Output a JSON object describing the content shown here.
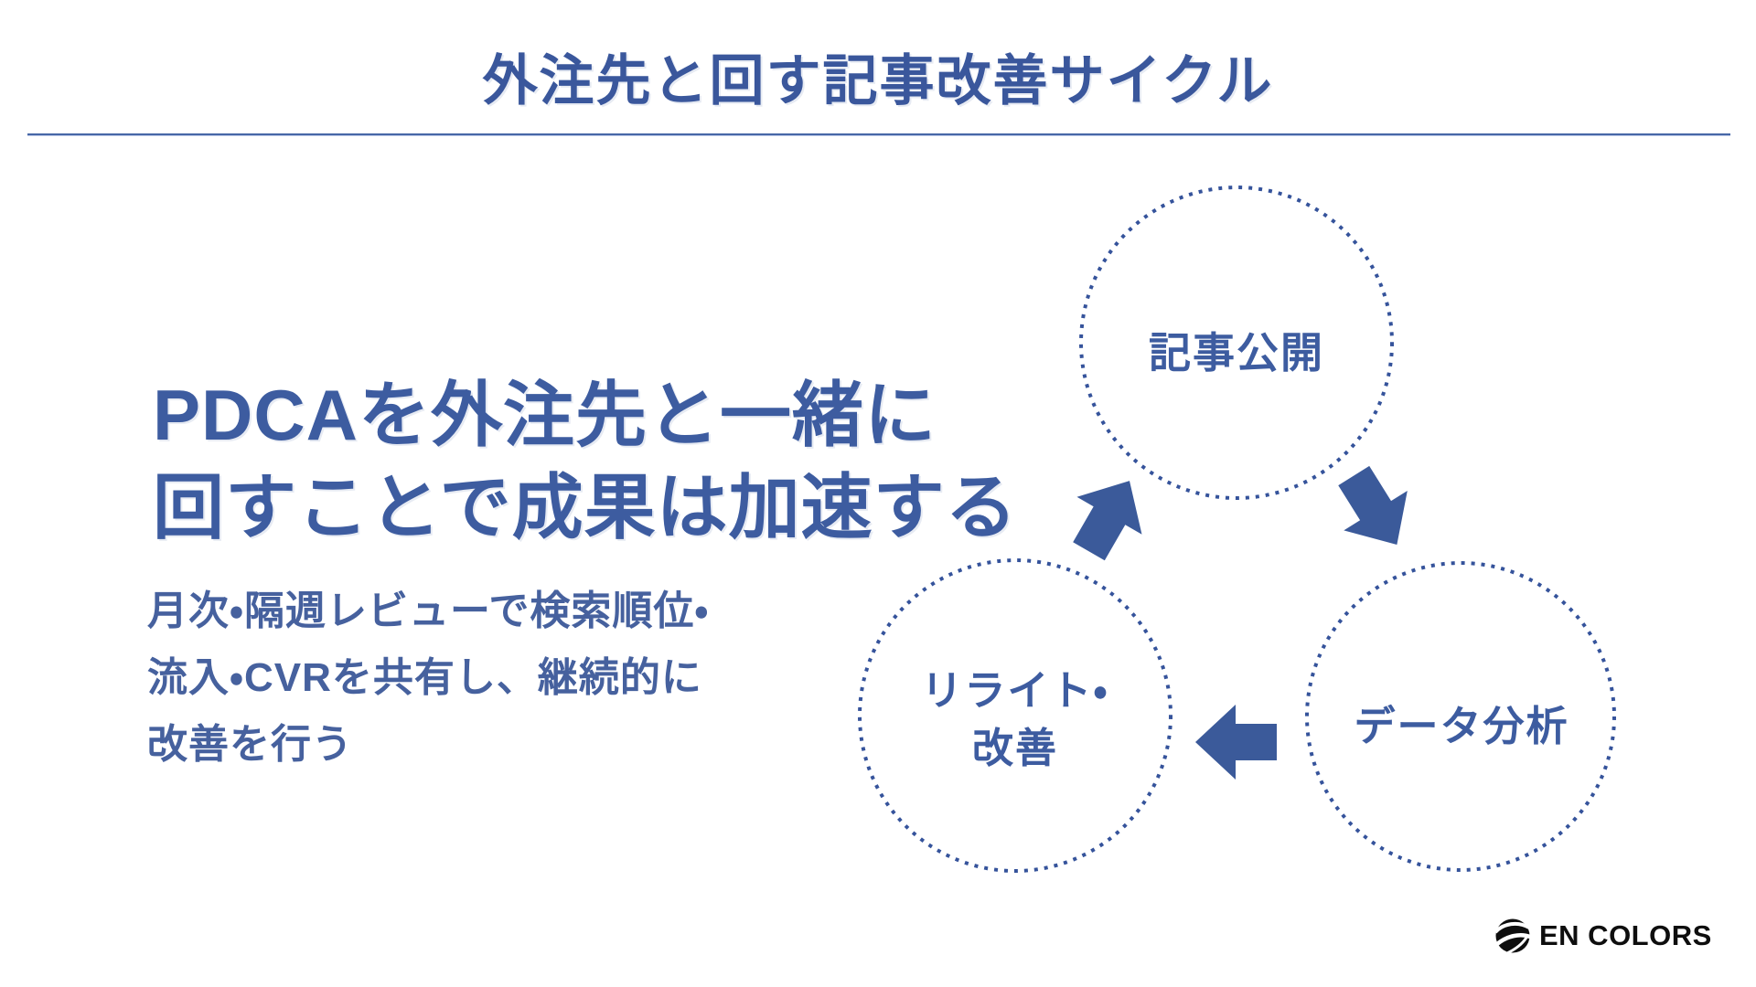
{
  "slide": {
    "title": "外注先と回す記事改善サイクル",
    "heading_lines": [
      "PDCAを外注先と一緒に",
      "回すことで成果は加速する"
    ],
    "body_lines": [
      "月次・隔週レビューで検索順位・",
      "流入・CVRを共有し、継続的に",
      "改善を行う"
    ]
  },
  "cycle": {
    "nodes": [
      {
        "id": "publish",
        "label_lines": [
          "記事公開"
        ]
      },
      {
        "id": "rewrite",
        "label_lines": [
          "リライト・",
          "改善"
        ]
      },
      {
        "id": "analyze",
        "label_lines": [
          "データ分析"
        ]
      }
    ]
  },
  "footer": {
    "brand": "EN COLORS"
  },
  "colors": {
    "accent_blue": "#3d5ca0",
    "title_blue": "#3a579c",
    "body_blue": "#46619e",
    "circle_stroke": "#35539b",
    "arrow_fill": "#3b5a9a",
    "rule_blue": "#4767a7",
    "brand_black": "#0e0e0e"
  }
}
